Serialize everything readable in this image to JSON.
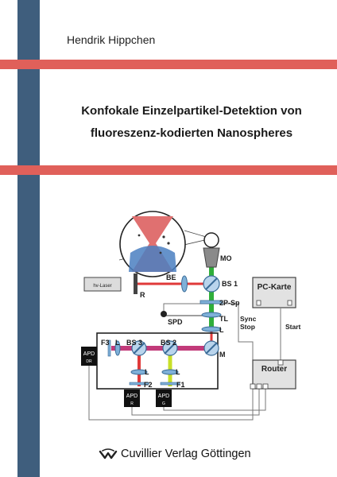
{
  "author": "Hendrik Hippchen",
  "title_line1": "Konfokale Einzelpartikel-Detektion von",
  "title_line2": "fluoreszenz-kodierten Nanospheres",
  "publisher": "Cuvillier Verlag Göttingen",
  "colors": {
    "side_bar": "#3f5e7d",
    "stripe": "#e0605a",
    "laser_beam": "#e03a3a",
    "fluorescence_beam": "#2fae3a",
    "fluorescence_f1": "#c8e028",
    "optics": "#7fb0d8"
  },
  "diagram": {
    "laser_box": "hv-Laser",
    "pc_box": "PC-Karte",
    "router_box": "Router",
    "apd_dr_top": "APD",
    "apd_dr_bottom": "DR",
    "apd_r_top": "APD",
    "apd_r_bottom": "R",
    "apd_g_top": "APD",
    "apd_g_bottom": "G",
    "mo": "MO",
    "be": "BE",
    "bs1": "BS 1",
    "r": "R",
    "sp2": "2P-Sp",
    "spd": "SPD",
    "tl": "TL",
    "l_main": "L",
    "m": "M",
    "bs2": "BS 2",
    "bs3": "BS 3",
    "f3": "F3",
    "l_f3": "L",
    "l_r": "L",
    "l_g": "L",
    "f2": "F2",
    "f1": "F1",
    "sync": "Sync",
    "stop": "Stop",
    "start": "Start"
  }
}
